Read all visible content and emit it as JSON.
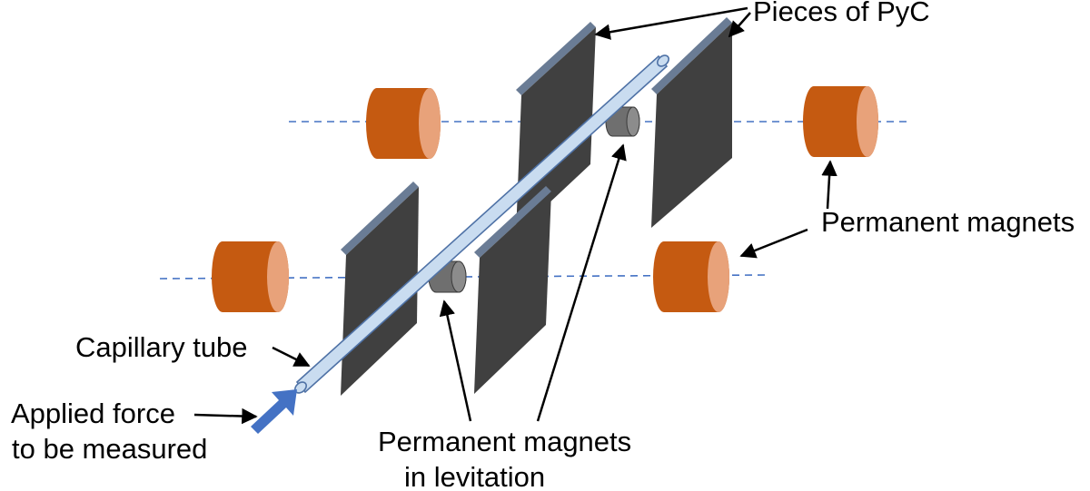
{
  "labels": {
    "pyc": "Pieces of PyC",
    "permanent_magnets": "Permanent magnets",
    "capillary_tube": "Capillary tube",
    "applied_force_line1": "Applied force",
    "applied_force_line2": "to be measured",
    "levitation_line1": "Permanent magnets",
    "levitation_line2": "in levitation"
  },
  "colors": {
    "pyc_plate": "#404040",
    "pyc_plate_edge": "#6a7c95",
    "magnet_body": "#c55a11",
    "magnet_face": "#e8a27a",
    "levitating_magnet": "#6f6f6f",
    "levitating_magnet_face": "#8c8c8c",
    "tube": "#c9dcf0",
    "tube_edge": "#4f72a6",
    "force_arrow": "#4472c4",
    "axis_dashes": "#4472c4"
  }
}
